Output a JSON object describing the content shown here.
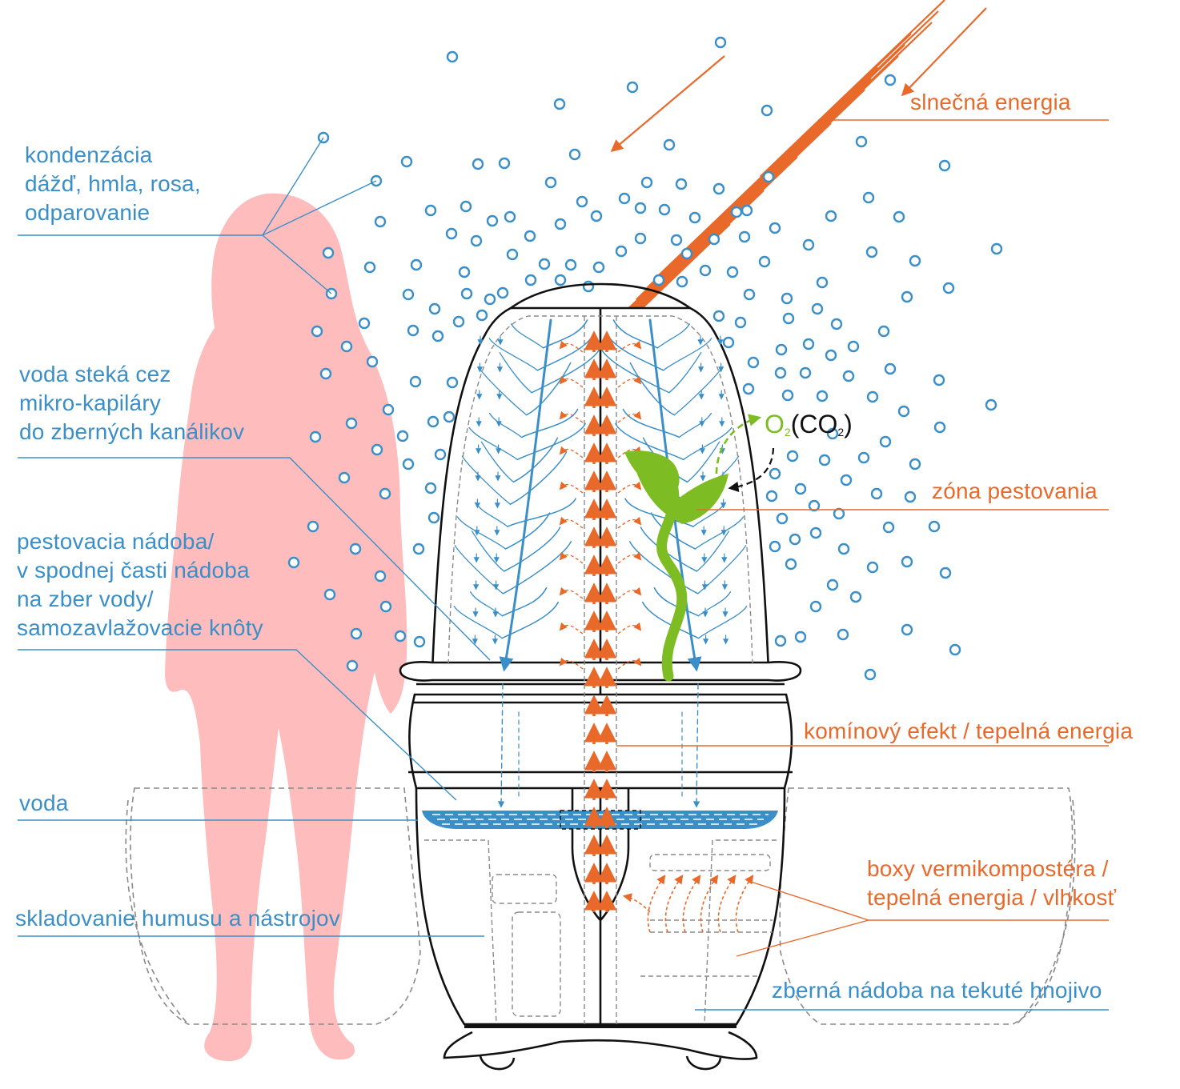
{
  "colors": {
    "water_blue": "#3a8fc8",
    "energy_orange": "#e8692a",
    "silhouette_pink": "#ffbcbc",
    "plant_green": "#7dbd23",
    "outline": "#111111",
    "dashed_gray": "#8a8a8a"
  },
  "labels": {
    "condensation": [
      "kondenzácia",
      "dážď, hmla, rosa,",
      "odparovanie"
    ],
    "capillaries": [
      "voda steká cez",
      "mikro-kapiláry",
      "do zberných kanálikov"
    ],
    "growing_container": [
      "pestovacia nádoba/",
      "v spodnej časti nádoba",
      "na zber vody/",
      "samozavlažovacie knôty"
    ],
    "water": "voda",
    "storage": "skladovanie humusu a nástrojov",
    "solar": "slnečná energia",
    "growing_zone": "zóna pestovania",
    "chimney": "komínový efekt / tepelná energia",
    "vermicompost": [
      "boxy vermikompostéra /",
      "tepelná energia / vlhkosť"
    ],
    "fertilizer": "zberná nádoba na tekuté hnojivo"
  },
  "gas": {
    "o2_symbol": "O",
    "o2_sub": "2",
    "co2_open": "(CO",
    "co2_sub": "2",
    "co2_close": ")"
  },
  "icons": {
    "droplet": "circle-droplet-icon",
    "sun_rays": "sun-ray-arrow-icon",
    "plant": "seedling-icon",
    "person": "woman-silhouette-icon"
  }
}
